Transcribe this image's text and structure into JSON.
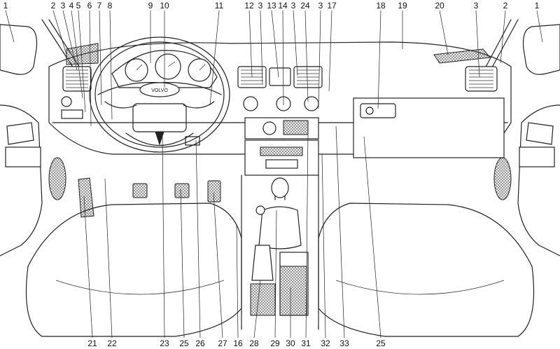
{
  "callouts_top": [
    "1",
    "2",
    "3",
    "4",
    "5",
    "6",
    "7",
    "8",
    "9",
    "10",
    "11",
    "12",
    "3",
    "13",
    "14",
    "3",
    "24",
    "3",
    "17",
    "18",
    "19",
    "20",
    "3",
    "2",
    "1"
  ],
  "callouts_bottom": [
    "21",
    "22",
    "23",
    "25",
    "26",
    "27",
    "16",
    "28",
    "29",
    "30",
    "31",
    "32",
    "33",
    "25"
  ],
  "badge_text": "VOLVO"
}
